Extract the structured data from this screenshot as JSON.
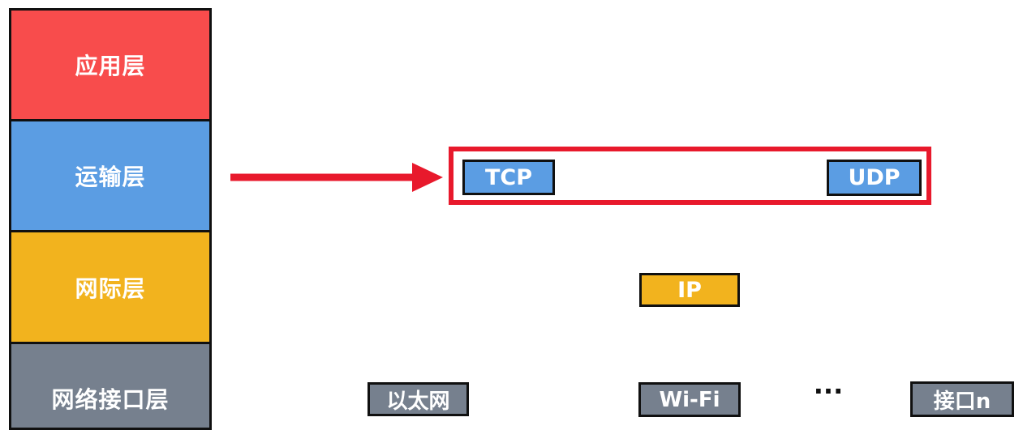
{
  "diagram": {
    "stack": {
      "layers": [
        {
          "label": "应用层",
          "color": "#f84c4c"
        },
        {
          "label": "运输层",
          "color": "#5b9de3"
        },
        {
          "label": "网际层",
          "color": "#f2b31e"
        },
        {
          "label": "网络接口层",
          "color": "#76808e"
        }
      ]
    },
    "transport_highlight": {
      "outline_color": "#e8192c",
      "protocols": [
        {
          "label": "TCP",
          "color": "#5b9de3"
        },
        {
          "label": "UDP",
          "color": "#5b9de3"
        }
      ]
    },
    "internet_protocol": {
      "label": "IP",
      "color": "#f2b31e"
    },
    "interfaces": {
      "items": [
        {
          "label": "以太网",
          "color": "#76808e"
        },
        {
          "label": "Wi-Fi",
          "color": "#76808e"
        },
        {
          "label": "接口n",
          "color": "#76808e"
        }
      ],
      "ellipsis": "..."
    },
    "arrow_color": "#e8192c",
    "border_color": "#101010"
  }
}
